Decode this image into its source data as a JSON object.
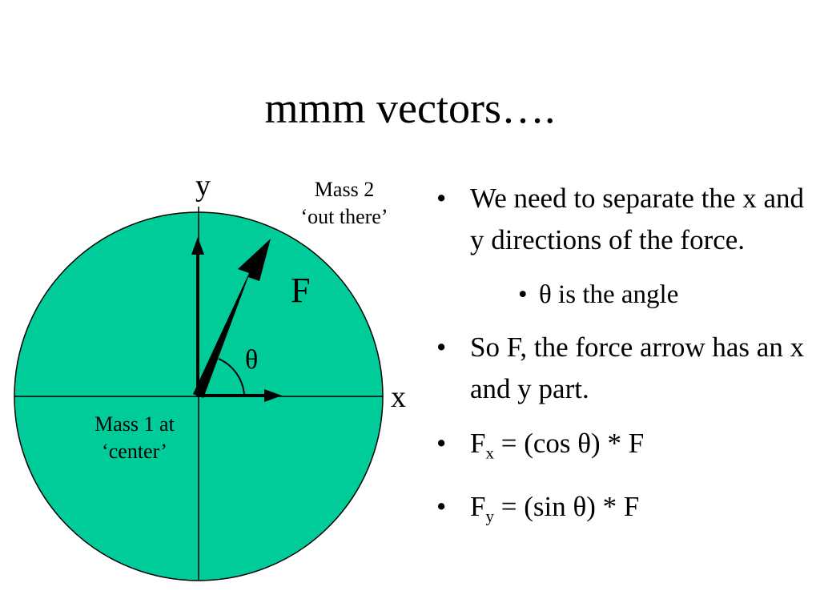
{
  "slide": {
    "title": "mmm vectors…."
  },
  "diagram": {
    "y_axis_label": "y",
    "x_axis_label": "x",
    "mass2_line1": "Mass 2",
    "mass2_line2": "‘out there’",
    "mass1_line1": "Mass 1 at",
    "mass1_line2": "‘center’",
    "force_label": "F",
    "angle_label": "θ",
    "circle_fill": "#00cc99",
    "arrow_color": "#000000"
  },
  "bullets": {
    "b1": "We need to separate the x and y directions of the force.",
    "b2": "θ is the angle",
    "b3": "So F, the force arrow has an x and y part.",
    "b4_F": "F",
    "b4_sub": "x",
    "b4_rest": " = (cos θ) * F",
    "b5_F": "F",
    "b5_sub": "y",
    "b5_rest": " = (sin θ) * F",
    "bullet_glyph": "•"
  }
}
